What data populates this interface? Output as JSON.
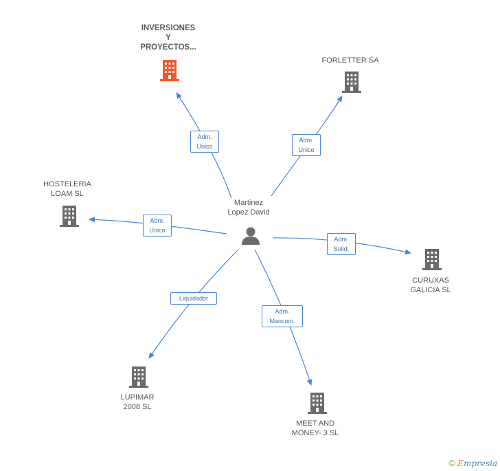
{
  "center": {
    "name_line1": "Martinez",
    "name_line2": "Lopez David",
    "icon": "person-icon"
  },
  "companies": {
    "inversiones": {
      "line1": "INVERSIONES",
      "line2": "Y",
      "line3": "PROYECTOS...",
      "icon": "building-icon",
      "color": "#f05a28"
    },
    "forletter": {
      "line1": "FORLETTER SA",
      "icon": "building-icon",
      "color": "#6b6b6b"
    },
    "hosteleria": {
      "line1": "HOSTELERIA",
      "line2": "LOAM SL",
      "icon": "building-icon",
      "color": "#6b6b6b"
    },
    "curuxas": {
      "line1": "CURUXAS",
      "line2": "GALICIA SL",
      "icon": "building-icon",
      "color": "#6b6b6b"
    },
    "lupimar": {
      "line1": "LUPIMAR",
      "line2": "2008 SL",
      "icon": "building-icon",
      "color": "#6b6b6b"
    },
    "meet": {
      "line1": "MEET AND",
      "line2": "MONEY- 3  SL",
      "icon": "building-icon",
      "color": "#6b6b6b"
    }
  },
  "edges": {
    "inversiones": {
      "line1": "Adm.",
      "line2": "Unico"
    },
    "forletter": {
      "line1": "Adm.",
      "line2": "Unico"
    },
    "hosteleria": {
      "line1": "Adm.",
      "line2": "Unico"
    },
    "curuxas": {
      "line1": "Adm.",
      "line2": "Solid."
    },
    "lupimar": {
      "line1": "Liquidador"
    },
    "meet": {
      "line1": "Adm.",
      "line2": "Mancom."
    }
  },
  "footer": {
    "copyright": "©",
    "brand_first": "E",
    "brand_rest": "mpresia"
  },
  "colors": {
    "edge": "#4a86d0",
    "label_text": "#555555"
  }
}
